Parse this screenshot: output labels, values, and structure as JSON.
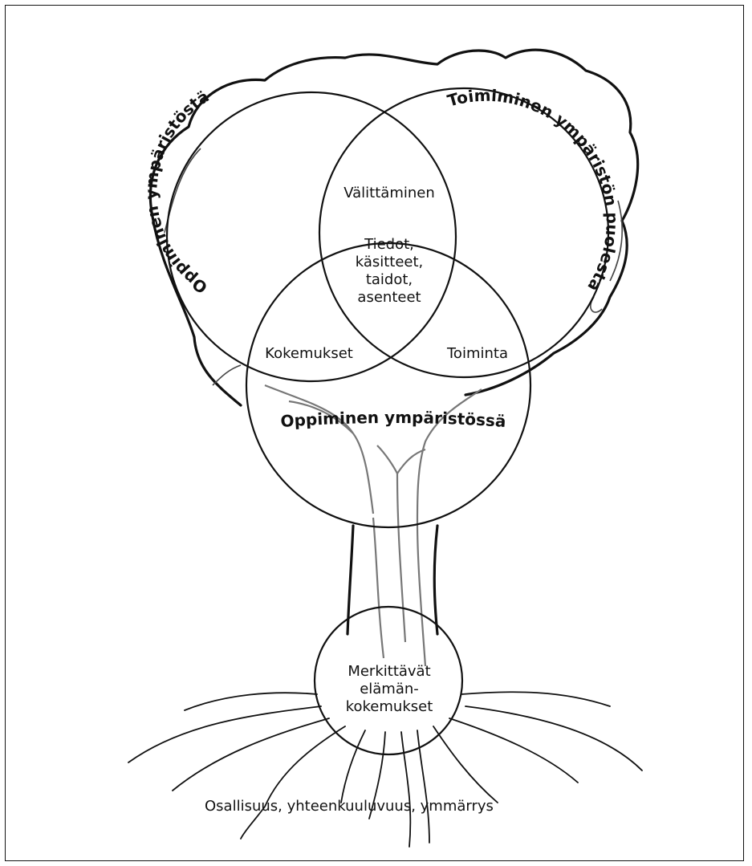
{
  "diagram": {
    "circles": {
      "learning_from": "Oppiminen ympäristöstä",
      "acting_for": "Toimiminen ympäristön puolesta",
      "learning_in": "Oppiminen ympäristössä",
      "significant_experiences": "Merkittävät\nelämän-\nkokemukset"
    },
    "intersections": {
      "caring": "Välittäminen",
      "experiences": "Kokemukset",
      "action": "Toiminta",
      "core": "Tiedot,\nkäsitteet,\ntaidot,\nasenteet"
    },
    "roots_caption": "Osallisuus, yhteenkuuluvuus, ymmärrys"
  },
  "colors": {
    "ink": "#111111",
    "grey_ink": "#6a6a6a"
  }
}
